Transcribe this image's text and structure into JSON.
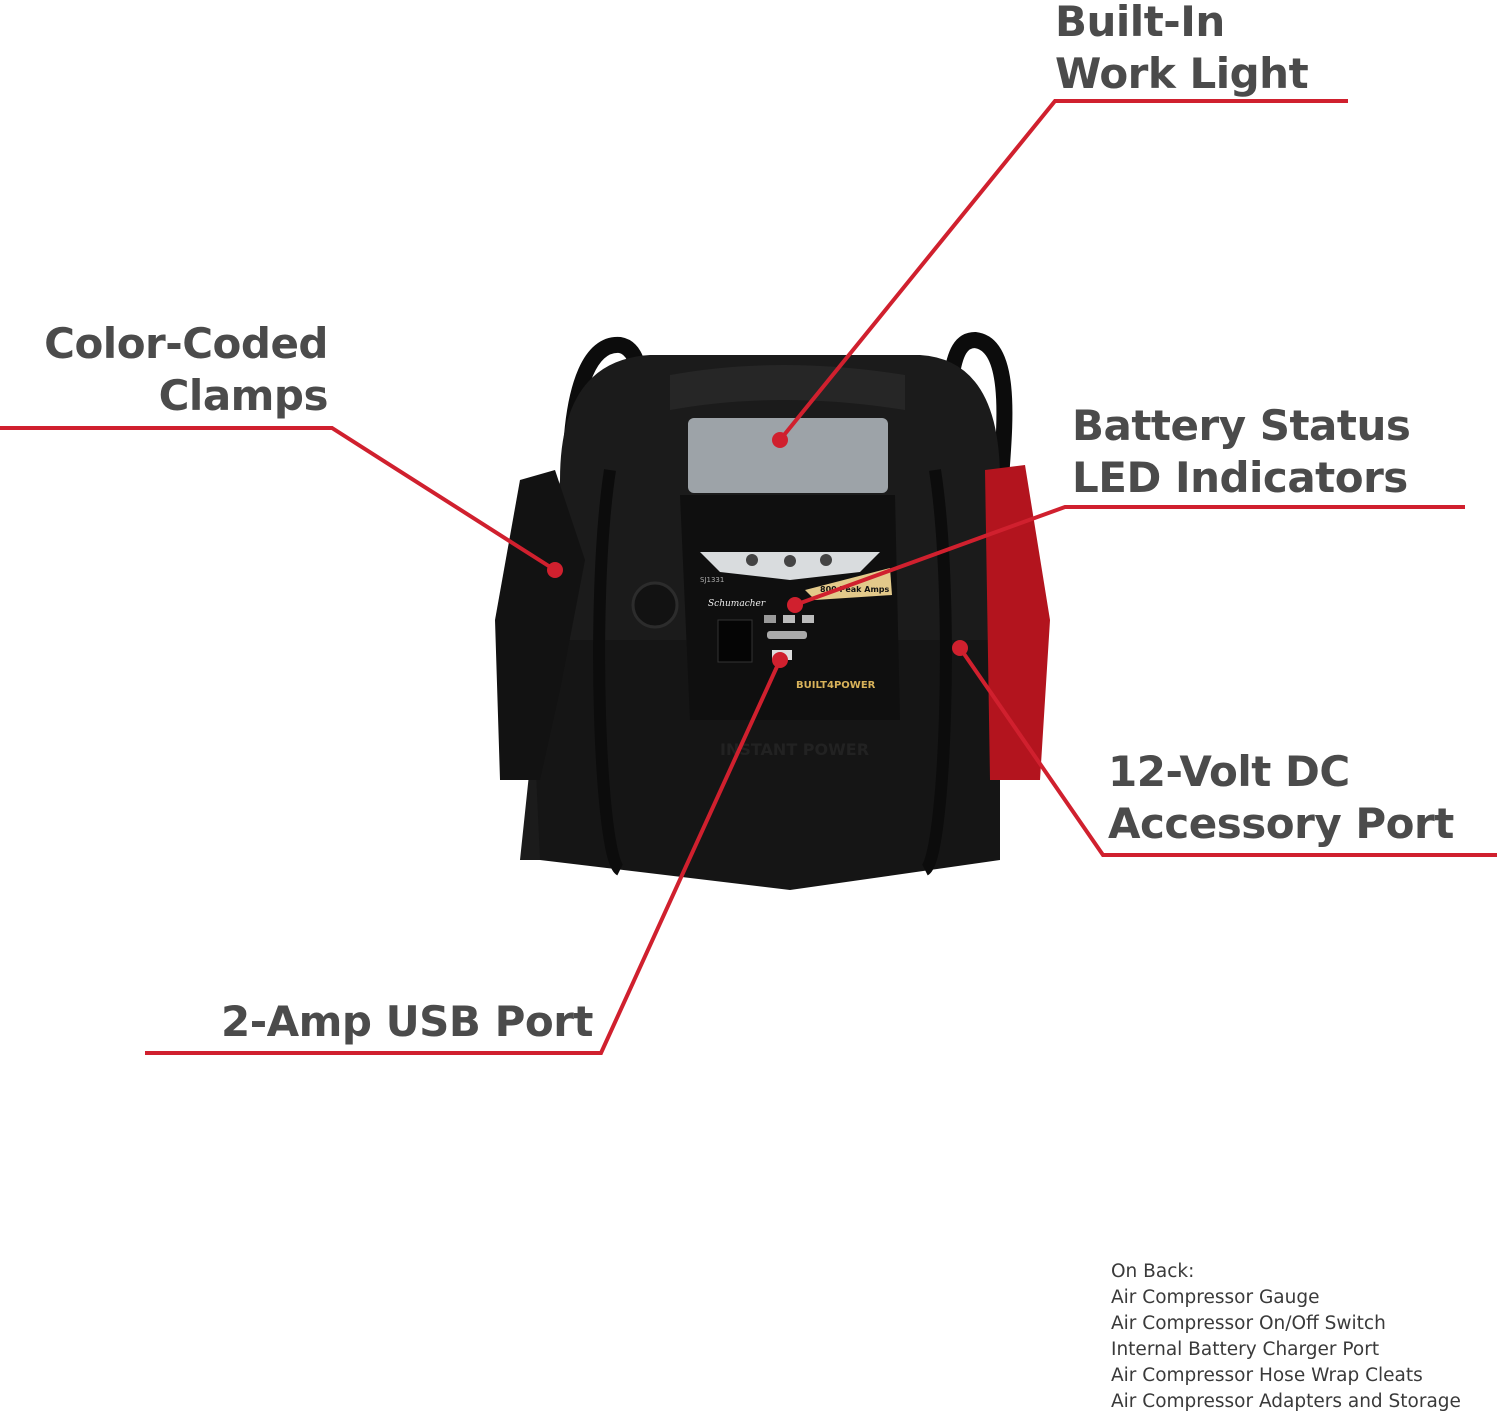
{
  "callouts": {
    "work_light": [
      "Built-In",
      "Work Light"
    ],
    "clamps": [
      "Color-Coded",
      "Clamps"
    ],
    "battery_leds": [
      "Battery Status",
      "LED Indicators"
    ],
    "dc_port": [
      "12-Volt DC",
      "Accessory Port"
    ],
    "usb_port": [
      "2-Amp USB Port"
    ]
  },
  "on_back": {
    "heading": "On Back:",
    "items": [
      "Air Compressor Gauge",
      "Air Compressor On/Off Switch",
      "Internal Battery Charger Port",
      "Air Compressor Hose Wrap Cleats",
      "Air Compressor Adapters and Storage Bag"
    ]
  },
  "product": {
    "model": "SJ1331",
    "brand": "Schumacher",
    "rating": "800 Peak Amps",
    "badge": "BUILT4POWER",
    "embossed": "INSTANT POWER"
  },
  "colors": {
    "accent": "#d0202e",
    "text": "#4b4b4b",
    "body": "#1a1a1a",
    "red_clamp": "#b3141e"
  }
}
